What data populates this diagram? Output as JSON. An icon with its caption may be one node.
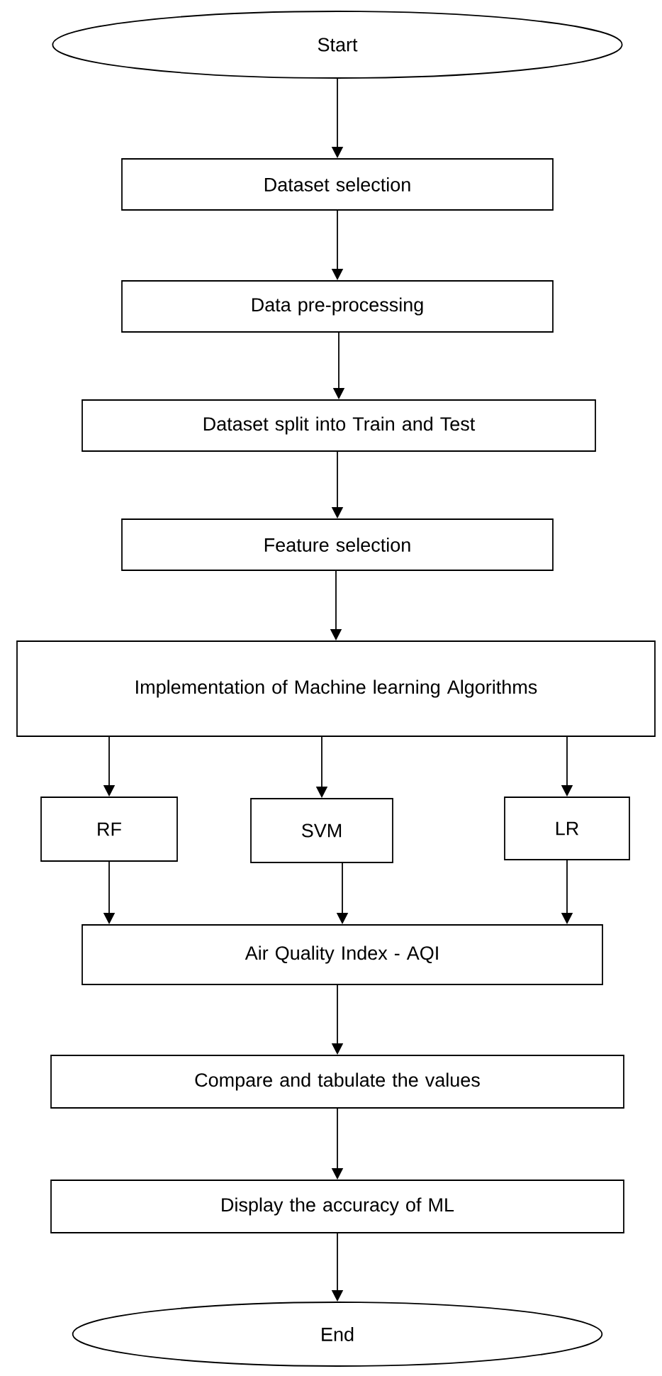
{
  "diagram": {
    "nodes": [
      {
        "text": [
          "Start"
        ]
      },
      {
        "text": [
          "Dataset selection"
        ]
      },
      {
        "text": [
          "Data pre-processing"
        ]
      },
      {
        "text": [
          "Dataset split into Train and Test"
        ]
      },
      {
        "text": [
          "Feature selection"
        ]
      },
      {
        "text": [
          "Implementation of Machine learning Algorithms"
        ]
      },
      {
        "text": [
          "RF"
        ]
      },
      {
        "text": [
          "SVM"
        ]
      },
      {
        "text": [
          "LR"
        ]
      },
      {
        "text": [
          "Air Quality Index - AQI"
        ]
      },
      {
        "text": [
          "Compare and tabulate the values"
        ]
      },
      {
        "text": [
          "Display the accuracy of ML"
        ]
      },
      {
        "text": [
          "End"
        ]
      }
    ],
    "edges": [
      {
        "from": 0,
        "to": 1,
        "arrow": "to"
      },
      {
        "from": 1,
        "to": 2,
        "arrow": "to"
      },
      {
        "from": 2,
        "to": 3,
        "arrow": "to"
      },
      {
        "from": 3,
        "to": 4,
        "arrow": "to"
      },
      {
        "from": 4,
        "to": 5,
        "arrow": "to"
      },
      {
        "from": 5,
        "to": 6,
        "arrow": "to"
      },
      {
        "from": 5,
        "to": 7,
        "arrow": "to"
      },
      {
        "from": 5,
        "to": 8,
        "arrow": "to"
      },
      {
        "from": 6,
        "to": 9,
        "arrow": "to"
      },
      {
        "from": 7,
        "to": 9,
        "arrow": "to"
      },
      {
        "from": 8,
        "to": 9,
        "arrow": "to"
      },
      {
        "from": 9,
        "to": 10,
        "arrow": "to"
      },
      {
        "from": 10,
        "to": 11,
        "arrow": "to"
      },
      {
        "from": 11,
        "to": 12,
        "arrow": "to"
      }
    ]
  }
}
